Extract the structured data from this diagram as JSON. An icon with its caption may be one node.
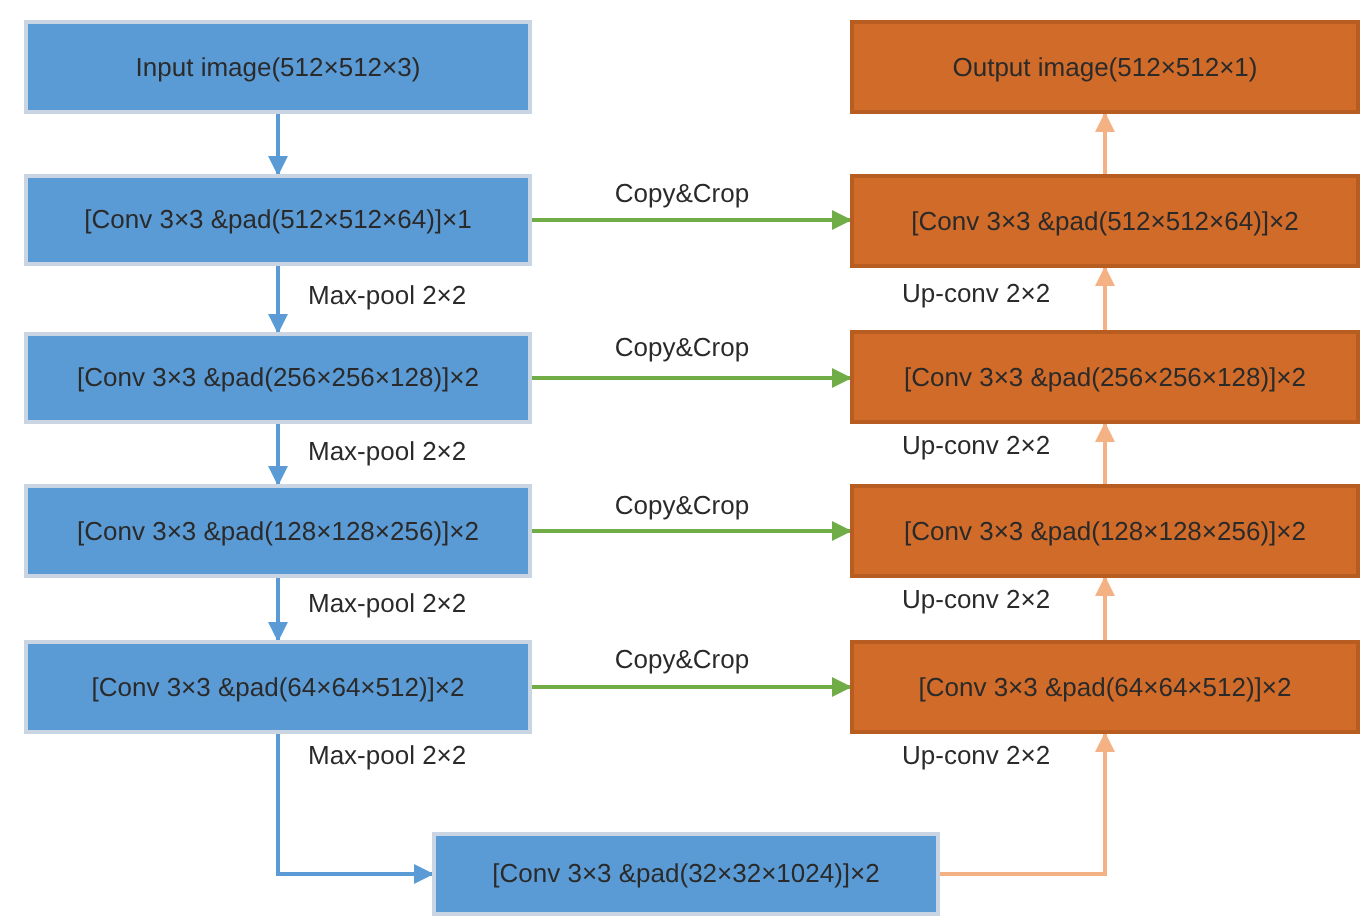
{
  "diagram": {
    "nodes": [
      {
        "text": [
          "Input image(512×512×3)"
        ]
      },
      {
        "text": [
          "Output image(512×512×1)"
        ]
      },
      {
        "text": [
          "[Conv 3×3 &pad(512×512×64)]×1"
        ]
      },
      {
        "text": [
          "[Conv 3×3 &pad(512×512×64)]×2"
        ]
      },
      {
        "text": [
          "[Conv 3×3 &pad(256×256×128)]×2"
        ]
      },
      {
        "text": [
          "[Conv 3×3 &pad(256×256×128)]×2"
        ]
      },
      {
        "text": [
          "[Conv 3×3 &pad(128×128×256)]×2"
        ]
      },
      {
        "text": [
          "[Conv 3×3 &pad(128×128×256)]×2"
        ]
      },
      {
        "text": [
          "[Conv 3×3 &pad(64×64×512)]×2"
        ]
      },
      {
        "text": [
          "[Conv 3×3 &pad(64×64×512)]×2"
        ]
      },
      {
        "text": [
          "[Conv 3×3 &pad(32×32×1024)]×2"
        ]
      }
    ],
    "edges": [
      {
        "from": 0,
        "to": 2,
        "arrow": "to",
        "color": "#5b9bd5"
      },
      {
        "from": 2,
        "to": 4,
        "arrow": "to",
        "label": "Max-pool 2×2",
        "color": "#5b9bd5"
      },
      {
        "from": 4,
        "to": 6,
        "arrow": "to",
        "label": "Max-pool 2×2",
        "color": "#5b9bd5"
      },
      {
        "from": 6,
        "to": 8,
        "arrow": "to",
        "label": "Max-pool 2×2",
        "color": "#5b9bd5"
      },
      {
        "from": 8,
        "to": 10,
        "arrow": "to",
        "label": "Max-pool 2×2",
        "color": "#5b9bd5"
      },
      {
        "from": 2,
        "to": 3,
        "arrow": "to",
        "label": "Copy&Crop",
        "color": "#70ad47"
      },
      {
        "from": 4,
        "to": 5,
        "arrow": "to",
        "label": "Copy&Crop",
        "color": "#70ad47"
      },
      {
        "from": 6,
        "to": 7,
        "arrow": "to",
        "label": "Copy&Crop",
        "color": "#70ad47"
      },
      {
        "from": 8,
        "to": 9,
        "arrow": "to",
        "label": "Copy&Crop",
        "color": "#70ad47"
      },
      {
        "from": 10,
        "to": 9,
        "arrow": "to",
        "label": "Up-conv 2×2",
        "color": "#f4b183"
      },
      {
        "from": 9,
        "to": 7,
        "arrow": "to",
        "label": "Up-conv 2×2",
        "color": "#f4b183"
      },
      {
        "from": 7,
        "to": 5,
        "arrow": "to",
        "label": "Up-conv 2×2",
        "color": "#f4b183"
      },
      {
        "from": 5,
        "to": 3,
        "arrow": "to",
        "label": "Up-conv 2×2",
        "color": "#f4b183"
      },
      {
        "from": 3,
        "to": 1,
        "arrow": "to",
        "color": "#f4b183"
      }
    ]
  }
}
